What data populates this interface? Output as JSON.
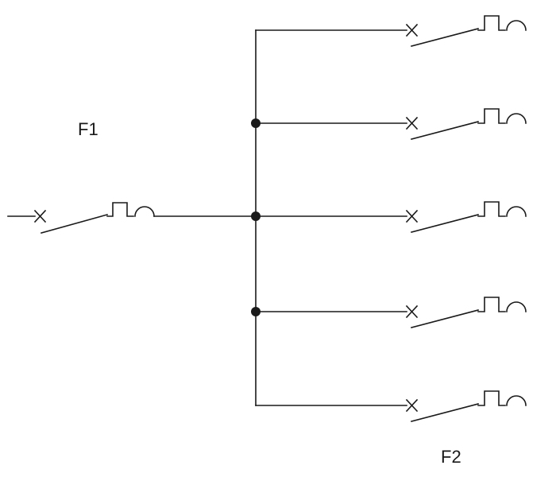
{
  "diagram": {
    "labels": {
      "main_breaker": "F1",
      "branch_breakers": "F2"
    },
    "branch_count": 5,
    "junction_count": 3,
    "colors": {
      "line": "#1a1a1a",
      "background": "#ffffff"
    }
  }
}
